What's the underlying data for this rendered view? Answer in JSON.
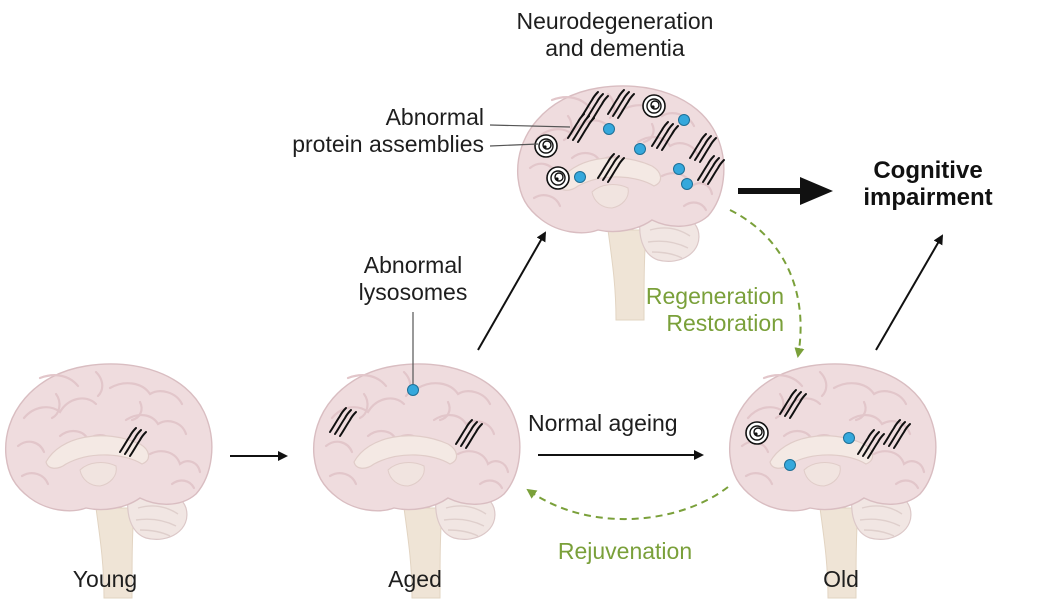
{
  "colors": {
    "brain_fill": "#efdcde",
    "brain_shade": "#e3c8cb",
    "brain_outline": "#d9bdc1",
    "stem": "#efe4d6",
    "dot": "#35a8dc",
    "arrow": "#111111",
    "recovery": "#7aa03a",
    "text": "#1e1e1e"
  },
  "labels": {
    "top_title_line1": "Neurodegeneration",
    "top_title_line2": "and dementia",
    "protein_line1": "Abnormal",
    "protein_line2": "protein assemblies",
    "lysosome_line1": "Abnormal",
    "lysosome_line2": "lysosomes",
    "regeneration": "Regeneration",
    "restoration": "Restoration",
    "normal_ageing": "Normal ageing",
    "rejuvenation": "Rejuvenation",
    "cognitive_line1": "Cognitive",
    "cognitive_line2": "impairment",
    "young": "Young",
    "aged": "Aged",
    "old": "Old"
  },
  "icons": {
    "brain": "brain-icon",
    "lysosome": "lysosome-dot-icon",
    "plaque": "protein-plaque-icon",
    "tangle": "protein-tangle-icon"
  }
}
